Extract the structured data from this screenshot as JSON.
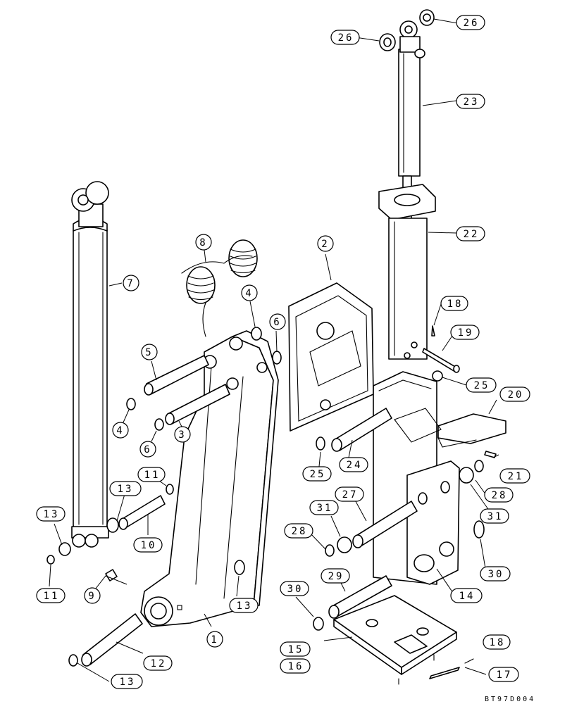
{
  "drawing_ref": "BT97D004",
  "callouts": [
    {
      "id": "c1",
      "label": "1"
    },
    {
      "id": "c2",
      "label": "2"
    },
    {
      "id": "c3",
      "label": "3"
    },
    {
      "id": "c4a",
      "label": "4"
    },
    {
      "id": "c4b",
      "label": "4"
    },
    {
      "id": "c5",
      "label": "5"
    },
    {
      "id": "c6a",
      "label": "6"
    },
    {
      "id": "c6b",
      "label": "6"
    },
    {
      "id": "c7",
      "label": "7"
    },
    {
      "id": "c8",
      "label": "8"
    },
    {
      "id": "c9",
      "label": "9"
    },
    {
      "id": "c10",
      "label": "10"
    },
    {
      "id": "c11a",
      "label": "11"
    },
    {
      "id": "c11b",
      "label": "11"
    },
    {
      "id": "c12",
      "label": "12"
    },
    {
      "id": "c13a",
      "label": "13"
    },
    {
      "id": "c13b",
      "label": "13"
    },
    {
      "id": "c13c",
      "label": "13"
    },
    {
      "id": "c13d",
      "label": "13"
    },
    {
      "id": "c14",
      "label": "14"
    },
    {
      "id": "c15",
      "label": "15"
    },
    {
      "id": "c16",
      "label": "16"
    },
    {
      "id": "c17",
      "label": "17"
    },
    {
      "id": "c18a",
      "label": "18"
    },
    {
      "id": "c18b",
      "label": "18"
    },
    {
      "id": "c19",
      "label": "19"
    },
    {
      "id": "c20",
      "label": "20"
    },
    {
      "id": "c21",
      "label": "21"
    },
    {
      "id": "c22",
      "label": "22"
    },
    {
      "id": "c23",
      "label": "23"
    },
    {
      "id": "c24",
      "label": "24"
    },
    {
      "id": "c25a",
      "label": "25"
    },
    {
      "id": "c25b",
      "label": "25"
    },
    {
      "id": "c26a",
      "label": "26"
    },
    {
      "id": "c26b",
      "label": "26"
    },
    {
      "id": "c27",
      "label": "27"
    },
    {
      "id": "c28a",
      "label": "28"
    },
    {
      "id": "c28b",
      "label": "28"
    },
    {
      "id": "c29",
      "label": "29"
    },
    {
      "id": "c30a",
      "label": "30"
    },
    {
      "id": "c30b",
      "label": "30"
    },
    {
      "id": "c31a",
      "label": "31"
    },
    {
      "id": "c31b",
      "label": "31"
    }
  ]
}
